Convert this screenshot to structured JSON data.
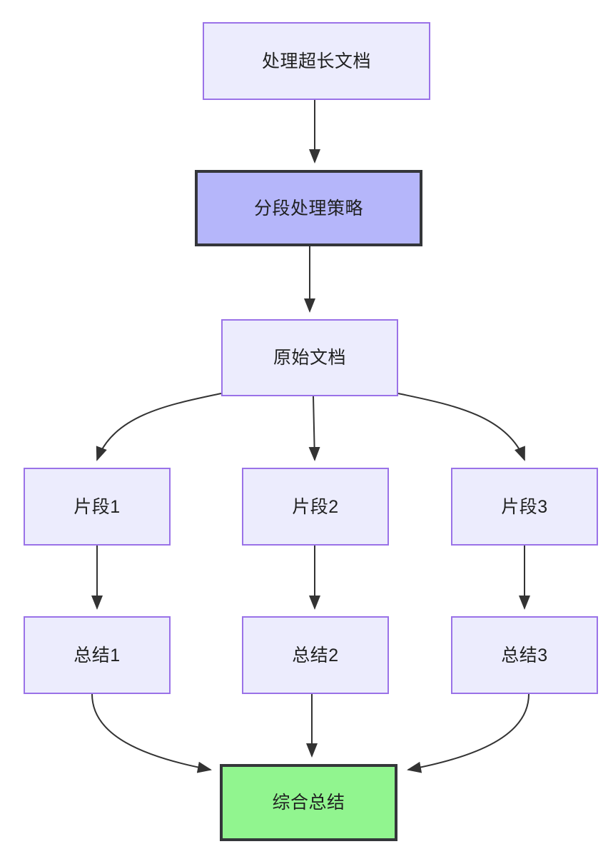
{
  "diagram": {
    "type": "flowchart",
    "direction": "top-down",
    "background_color": "#ffffff",
    "theme": {
      "node_fill": "#ececfd",
      "node_border": "#9a72e8",
      "emphasis_fill": "#b5b6fa",
      "emphasis_border": "#34363a",
      "result_fill": "#91f58f",
      "result_border": "#34363a",
      "edge_color": "#333333",
      "text_color": "#1f2020"
    },
    "nodes": [
      {
        "id": "root",
        "label": "处理超长文档",
        "style": "thin"
      },
      {
        "id": "strategy",
        "label": "分段处理策略",
        "style": "emphasis"
      },
      {
        "id": "original",
        "label": "原始文档",
        "style": "thin"
      },
      {
        "id": "chunk1",
        "label": "片段1",
        "style": "thin"
      },
      {
        "id": "chunk2",
        "label": "片段2",
        "style": "thin"
      },
      {
        "id": "chunk3",
        "label": "片段3",
        "style": "thin"
      },
      {
        "id": "summary1",
        "label": "总结1",
        "style": "thin"
      },
      {
        "id": "summary2",
        "label": "总结2",
        "style": "thin"
      },
      {
        "id": "summary3",
        "label": "总结3",
        "style": "thin"
      },
      {
        "id": "final",
        "label": "综合总结",
        "style": "result"
      }
    ],
    "edges": [
      {
        "from": "root",
        "to": "strategy",
        "shape": "straight"
      },
      {
        "from": "strategy",
        "to": "original",
        "shape": "straight"
      },
      {
        "from": "original",
        "to": "chunk1",
        "shape": "curved"
      },
      {
        "from": "original",
        "to": "chunk2",
        "shape": "straight"
      },
      {
        "from": "original",
        "to": "chunk3",
        "shape": "curved"
      },
      {
        "from": "chunk1",
        "to": "summary1",
        "shape": "straight"
      },
      {
        "from": "chunk2",
        "to": "summary2",
        "shape": "straight"
      },
      {
        "from": "chunk3",
        "to": "summary3",
        "shape": "straight"
      },
      {
        "from": "summary1",
        "to": "final",
        "shape": "curved"
      },
      {
        "from": "summary2",
        "to": "final",
        "shape": "straight"
      },
      {
        "from": "summary3",
        "to": "final",
        "shape": "curved"
      }
    ]
  }
}
